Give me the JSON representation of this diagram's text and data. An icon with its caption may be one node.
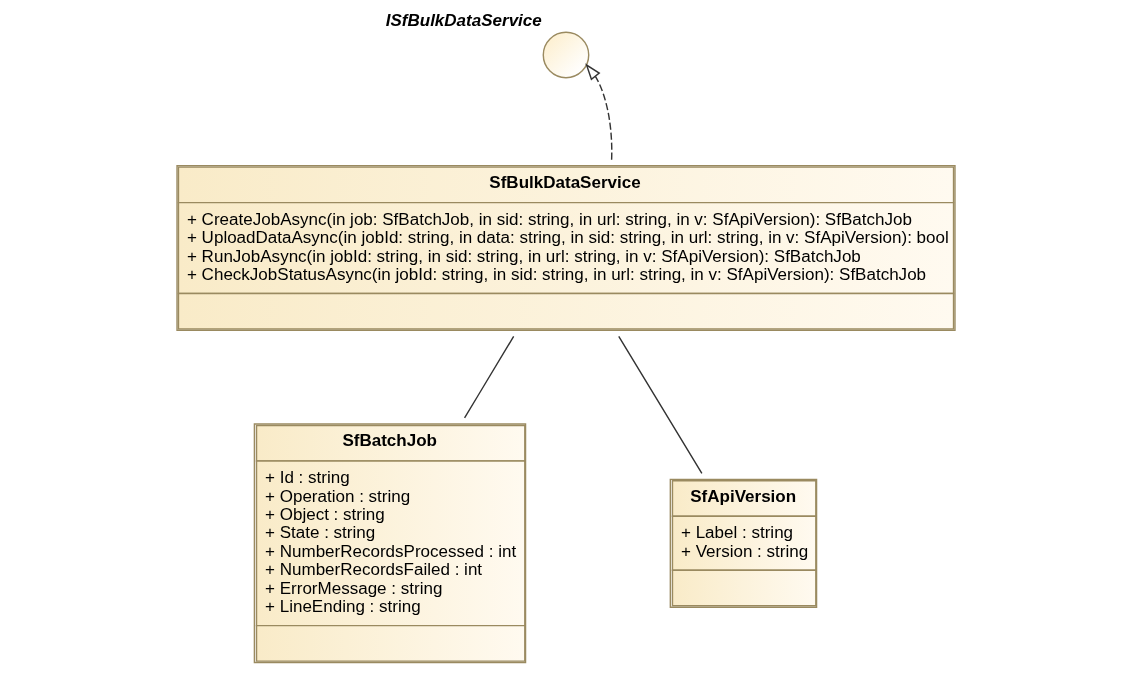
{
  "diagram": {
    "nodes": [
      {
        "text": [
          "ISfBulkDataService"
        ]
      },
      {
        "text": [
          "SfBulkDataService",
          "+ CreateJobAsync(in job: SfBatchJob, in sid: string, in url: string, in v: SfApiVersion): SfBatchJob",
          "+ UploadDataAsync(in jobId: string, in data: string, in sid: string, in url: string, in v: SfApiVersion): bool",
          "+ RunJobAsync(in jobId: string, in sid: string, in url: string, in v: SfApiVersion): SfBatchJob",
          "+ CheckJobStatusAsync(in jobId: string, in sid: string, in url: string, in v: SfApiVersion): SfBatchJob"
        ]
      },
      {
        "text": [
          "SfBatchJob",
          "+ Id : string",
          "+ Operation : string",
          "+ Object : string",
          "+ State : string",
          "+ NumberRecordsProcessed : int",
          "+ NumberRecordsFailed : int",
          "+ ErrorMessage : string",
          "+ LineEnding : string"
        ]
      },
      {
        "text": [
          "SfApiVersion",
          "+ Label : string",
          "+ Version : string"
        ]
      }
    ],
    "edges": [
      {
        "from": 1,
        "to": 0,
        "arrow": "to",
        "style": "dashed"
      },
      {
        "from": 1,
        "to": 2,
        "arrow": "none"
      },
      {
        "from": 1,
        "to": 3,
        "arrow": "none"
      }
    ]
  }
}
